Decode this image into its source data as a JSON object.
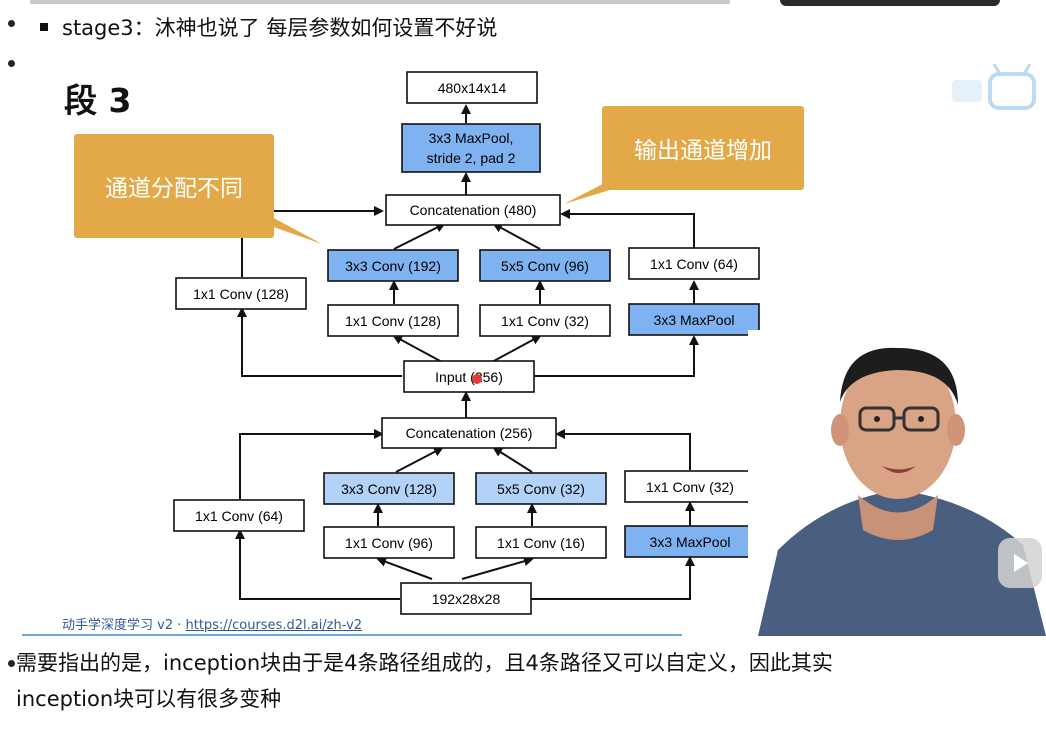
{
  "bullets": {
    "stage3": "stage3：沐神也说了 每层参数如何设置不好说"
  },
  "slide": {
    "title": "段 3",
    "callouts": {
      "left": "通道分配不同",
      "right": "输出通道增加"
    },
    "footer_text": "动手学深度学习 v2 · ",
    "footer_link": "https://courses.d2l.ai/zh-v2"
  },
  "diagram": {
    "nodes": {
      "out": "480x14x14",
      "maxpool_top": [
        "3x3 MaxPool,",
        "stride 2, pad 2"
      ],
      "concat2": "Concatenation (480)",
      "b2_conv3": "3x3 Conv (192)",
      "b2_conv5": "5x5 Conv (96)",
      "b2_conv1d": "1x1 Conv (64)",
      "b2_conv1a": "1x1 Conv (128)",
      "b2_conv1b": "1x1 Conv (128)",
      "b2_conv1c": "1x1 Conv (32)",
      "b2_pool": "3x3 MaxPool",
      "input": "Input (256)",
      "concat1": "Concatenation (256)",
      "b1_conv3": "3x3 Conv (128)",
      "b1_conv5": "5x5 Conv (32)",
      "b1_conv1d": "1x1 Conv (32)",
      "b1_conv1a": "1x1 Conv (64)",
      "b1_conv1b": "1x1 Conv (96)",
      "b1_conv1c": "1x1 Conv (16)",
      "b1_pool": "3x3 MaxPool",
      "bottom": "192x28x28"
    },
    "colors": {
      "blue_dark": "#7fb2f0",
      "blue_light": "#b3d2f8",
      "callout": "#e3a948"
    }
  },
  "paragraph": {
    "line1": "需要指出的是，inception块由于是4条路径组成的，且4条路径又可以自定义，因此其实",
    "line2": "inception块可以有很多变种"
  }
}
